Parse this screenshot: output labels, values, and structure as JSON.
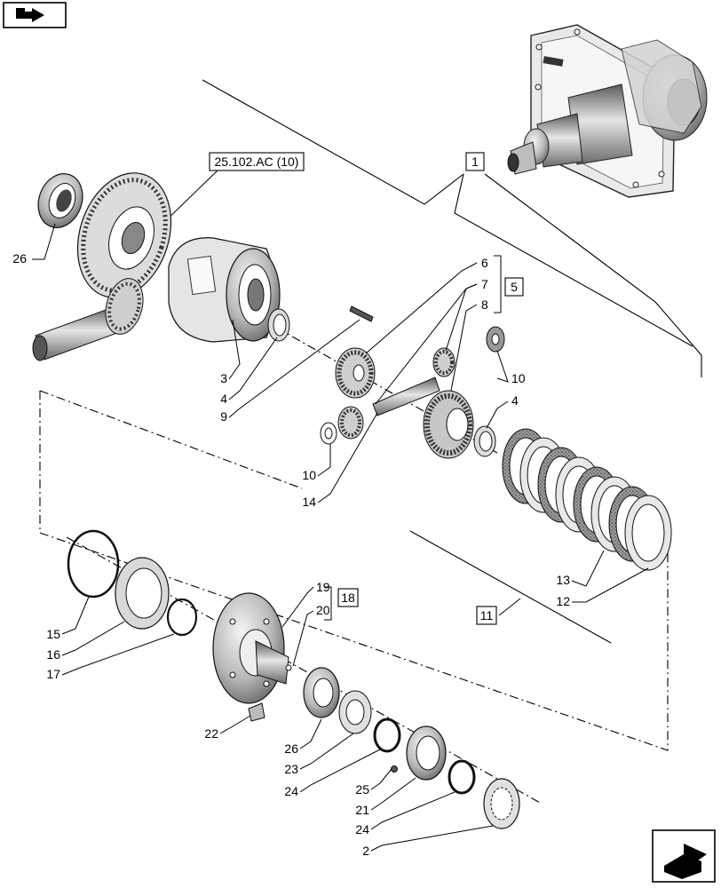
{
  "ref_box": "25.102.AC (10)",
  "group_boxes": {
    "g1": "1",
    "g5": "5",
    "g11": "11",
    "g18": "18"
  },
  "callouts": {
    "c26a": "26",
    "c3": "3",
    "c4a": "4",
    "c9": "9",
    "c6": "6",
    "c7": "7",
    "c8": "8",
    "c10a": "10",
    "c4b": "4",
    "c10b": "10",
    "c14": "14",
    "c13": "13",
    "c12": "12",
    "c19": "19",
    "c20": "20",
    "c15": "15",
    "c16": "16",
    "c17": "17",
    "c22": "22",
    "c26b": "26",
    "c23": "23",
    "c24a": "24",
    "c25": "25",
    "c21": "21",
    "c24b": "24",
    "c2": "2"
  },
  "icons": {
    "top_left": "back-arrow-icon",
    "bottom_right": "next-page-arrow-icon"
  }
}
